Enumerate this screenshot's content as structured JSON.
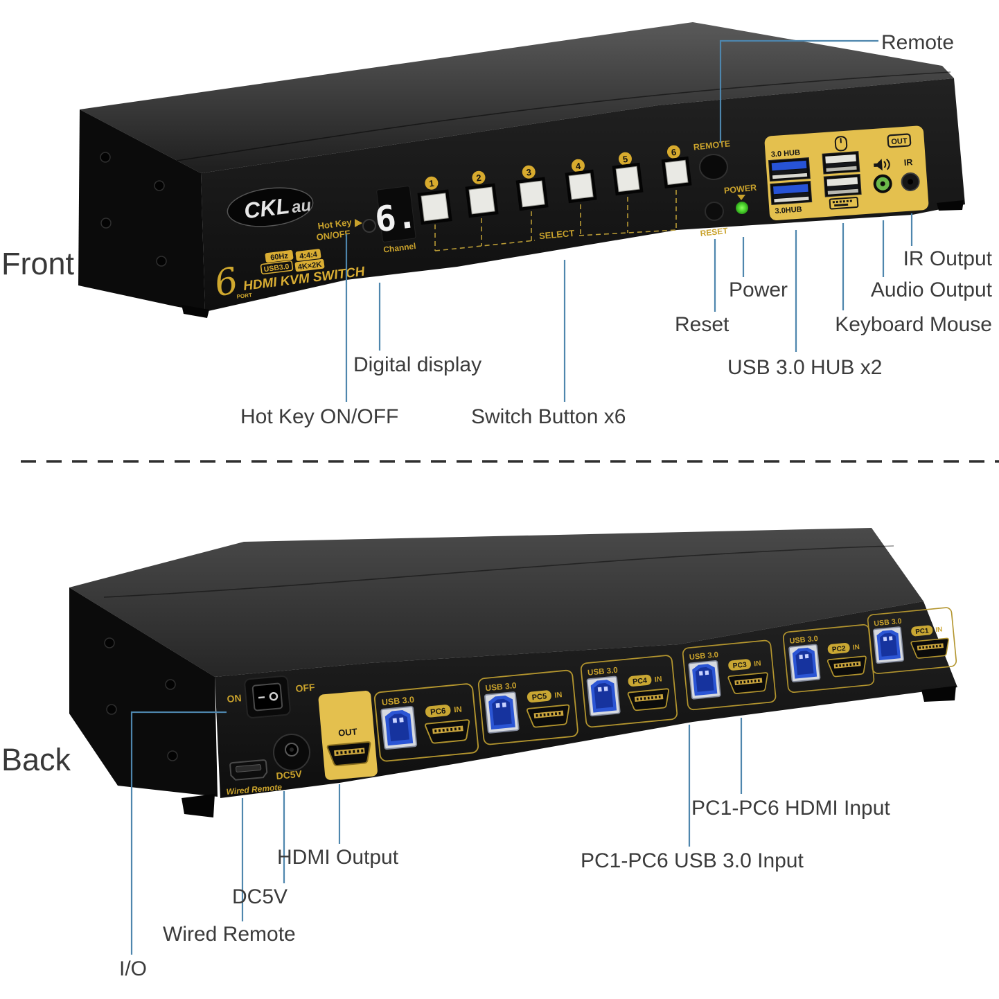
{
  "front": {
    "label": "Front",
    "annotations": {
      "remote": "Remote",
      "ir_output": "IR Output",
      "audio_output": "Audio Output",
      "keyboard_mouse": "Keyboard Mouse",
      "power": "Power",
      "reset": "Reset",
      "usb_hub": "USB 3.0 HUB x2",
      "digital_display": "Digital display",
      "hot_key": "Hot Key ON/OFF",
      "switch_button": "Switch Button x6"
    },
    "device": {
      "brand": "CKL",
      "brand_suffix": "au",
      "hotkey_line1": "Hot Key",
      "hotkey_line2": "ON/OFF",
      "display_value": "6.",
      "display_label": "Channel",
      "buttons": [
        "1",
        "2",
        "3",
        "4",
        "5",
        "6"
      ],
      "select": "SELECT",
      "remote": "REMOTE",
      "reset": "RESET",
      "power": "POWER",
      "badge_60hz": "60Hz",
      "badge_444": "4:4:4",
      "badge_usb": "USB3.0",
      "badge_4k": "4K×2K",
      "product": "HDMI KVM SWITCH",
      "port_num": "6",
      "port_word": "PORT",
      "hub_top": "3.0 HUB",
      "hub_bottom": "3.0HUB",
      "out": "OUT",
      "ir": "IR"
    }
  },
  "back": {
    "label": "Back",
    "annotations": {
      "io": "I/O",
      "wired_remote": "Wired Remote",
      "dc5v": "DC5V",
      "hdmi_output": "HDMI Output",
      "usb_input": "PC1-PC6 USB 3.0 Input",
      "hdmi_input": "PC1-PC6 HDMI Input"
    },
    "device": {
      "on": "ON",
      "off": "OFF",
      "wired_remote": "Wired Remote",
      "dc": "DC5V",
      "out": "OUT",
      "groups": [
        {
          "usb": "USB 3.0",
          "pc": "PC6",
          "inp": "IN"
        },
        {
          "usb": "USB 3.0",
          "pc": "PC5",
          "inp": "IN"
        },
        {
          "usb": "USB 3.0",
          "pc": "PC4",
          "inp": "IN"
        },
        {
          "usb": "USB 3.0",
          "pc": "PC3",
          "inp": "IN"
        },
        {
          "usb": "USB 3.0",
          "pc": "PC2",
          "inp": "IN"
        },
        {
          "usb": "USB 3.0",
          "pc": "PC1",
          "inp": "IN"
        }
      ]
    }
  },
  "colors": {
    "callout_line": "#4e86ad",
    "gold_text": "#c9a22c",
    "panel_yellow": "#e4c04e",
    "usb_blue": "#2b55d4",
    "led_green": "#4ad32c"
  }
}
